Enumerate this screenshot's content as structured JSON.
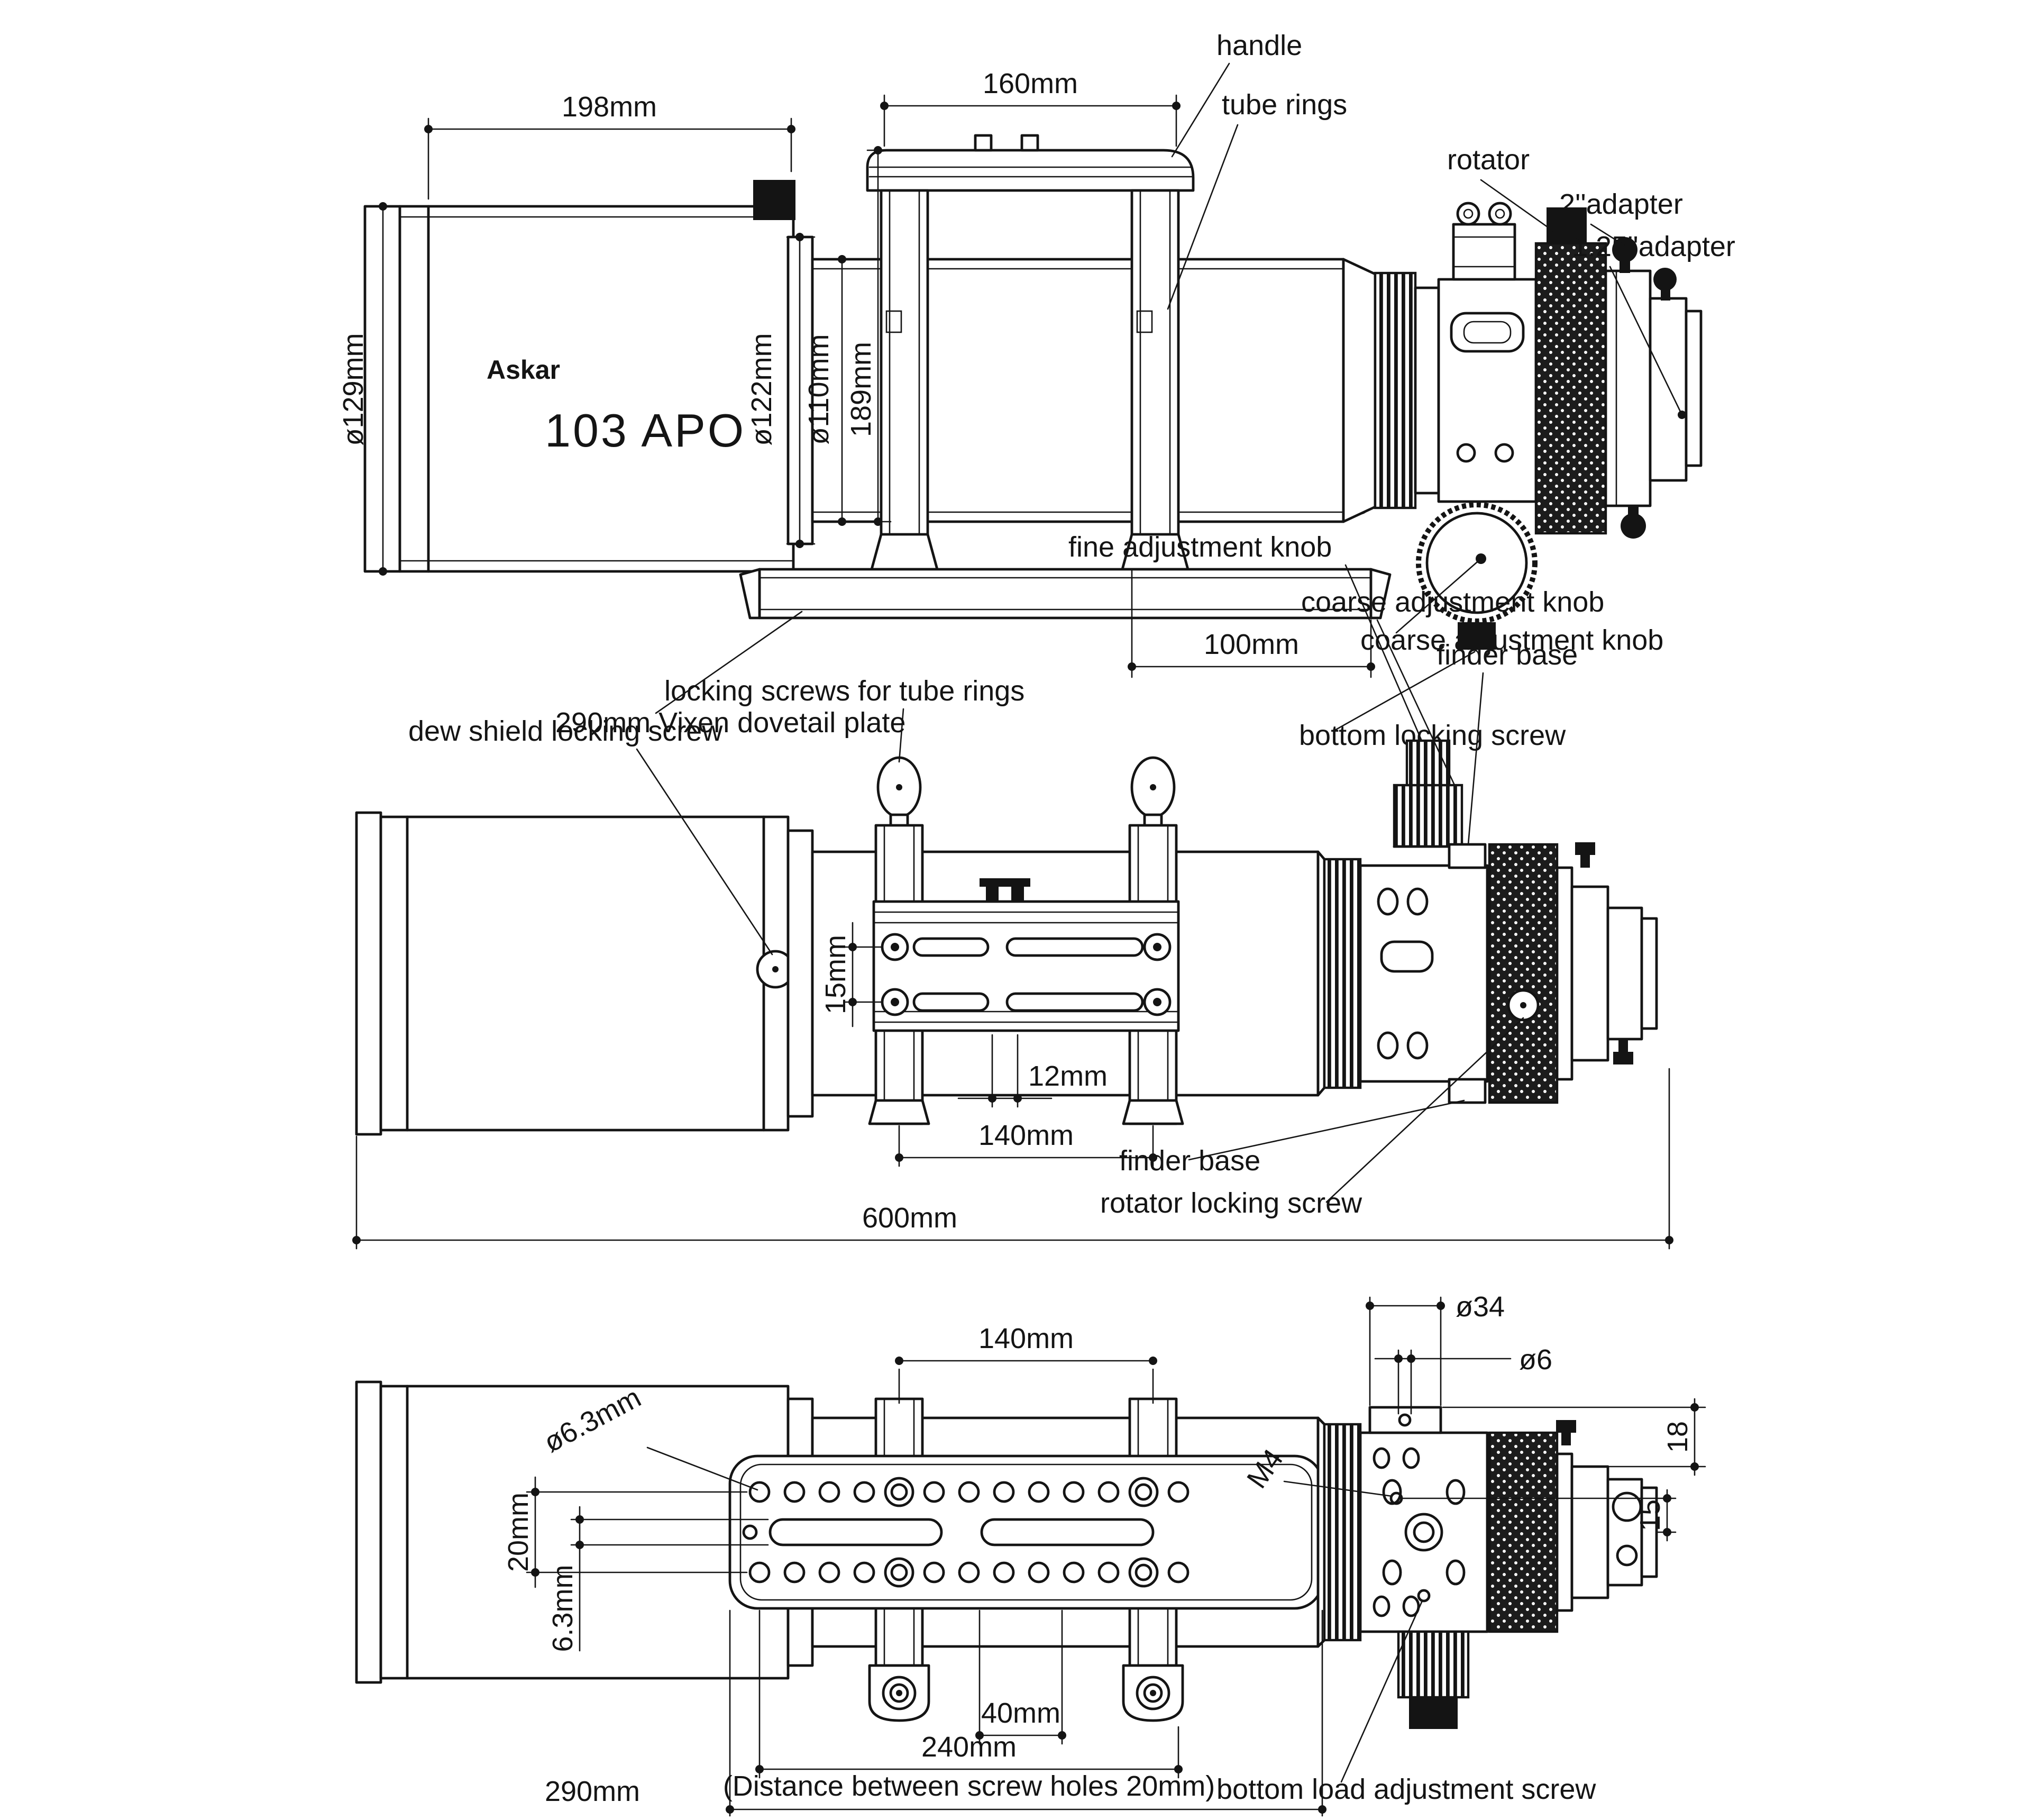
{
  "drawing": {
    "brand": "Askar",
    "model": "103 APO",
    "views": {
      "top": {
        "dims": {
          "d198": "198mm",
          "d160": "160mm",
          "d129": "ø129mm",
          "d122": "ø122mm",
          "d110": "ø110mm",
          "d189": "189mm",
          "d100": "100mm"
        },
        "labels": {
          "handle": "handle",
          "tube_rings": "tube rings",
          "rotator": "rotator",
          "adapter2": "2''adapter",
          "adapter125": "1.25''adapter",
          "coarse_knob": "coarse adjustment knob",
          "bottom_locking": "bottom locking screw",
          "dovetail": "290mm Vixen dovetail plate"
        }
      },
      "middle": {
        "dims": {
          "d15": "15mm",
          "d12": "12mm",
          "d140": "140mm",
          "d600": "600mm"
        },
        "labels": {
          "fine_knob": "fine adjustment knob",
          "coarse_knob": "coarse adjustment knob",
          "finder_base_top": "finder base",
          "dew_shield_screw": "dew shield locking screw",
          "tube_ring_screws": "locking screws for tube rings",
          "finder_base_bottom": "finder base",
          "rotator_screw": "rotator locking screw"
        }
      },
      "bottom": {
        "dims": {
          "d140": "140mm",
          "d34": "ø34",
          "d6": "ø6",
          "d18": "18",
          "dM4": "M4",
          "d63hole": "ø6.3mm",
          "d20": "20mm",
          "d63": "6.3mm",
          "d15": "15",
          "d40": "40mm",
          "d240": "240mm",
          "dist": "(Distance between screw holes 20mm)",
          "d290": "290mm"
        },
        "labels": {
          "bottom_load": "bottom load adjustment screw"
        }
      }
    }
  }
}
